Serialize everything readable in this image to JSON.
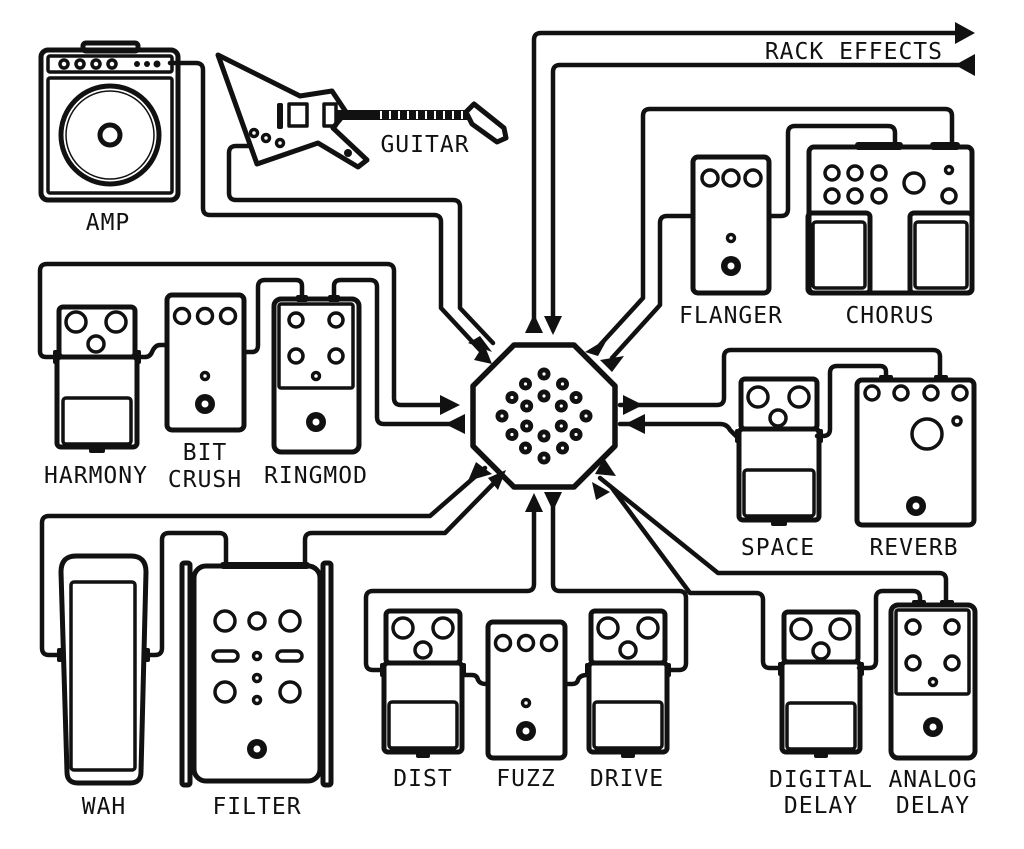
{
  "diagram": {
    "title": "Guitar effects routing diagram",
    "hub": {
      "name": "Effects switcher hub",
      "jack_count": 18
    },
    "rack_effects_label": "RACK EFFECTS",
    "devices": {
      "amp": {
        "label": "AMP"
      },
      "guitar": {
        "label": "GUITAR"
      },
      "flanger": {
        "label": "FLANGER"
      },
      "chorus": {
        "label": "CHORUS"
      },
      "harmony": {
        "label": "HARMONY"
      },
      "bitcrush": {
        "label_line1": "BIT",
        "label_line2": "CRUSH"
      },
      "ringmod": {
        "label": "RINGMOD"
      },
      "space": {
        "label": "SPACE"
      },
      "reverb": {
        "label": "REVERB"
      },
      "wah": {
        "label": "WAH"
      },
      "filter": {
        "label": "FILTER"
      },
      "dist": {
        "label": "DIST"
      },
      "fuzz": {
        "label": "FUZZ"
      },
      "drive": {
        "label": "DRIVE"
      },
      "digital_delay": {
        "label_line1": "DIGITAL",
        "label_line2": "DELAY"
      },
      "analog_delay": {
        "label_line1": "ANALOG",
        "label_line2": "DELAY"
      }
    },
    "colors": {
      "ink": "#111111",
      "background": "#ffffff"
    }
  }
}
